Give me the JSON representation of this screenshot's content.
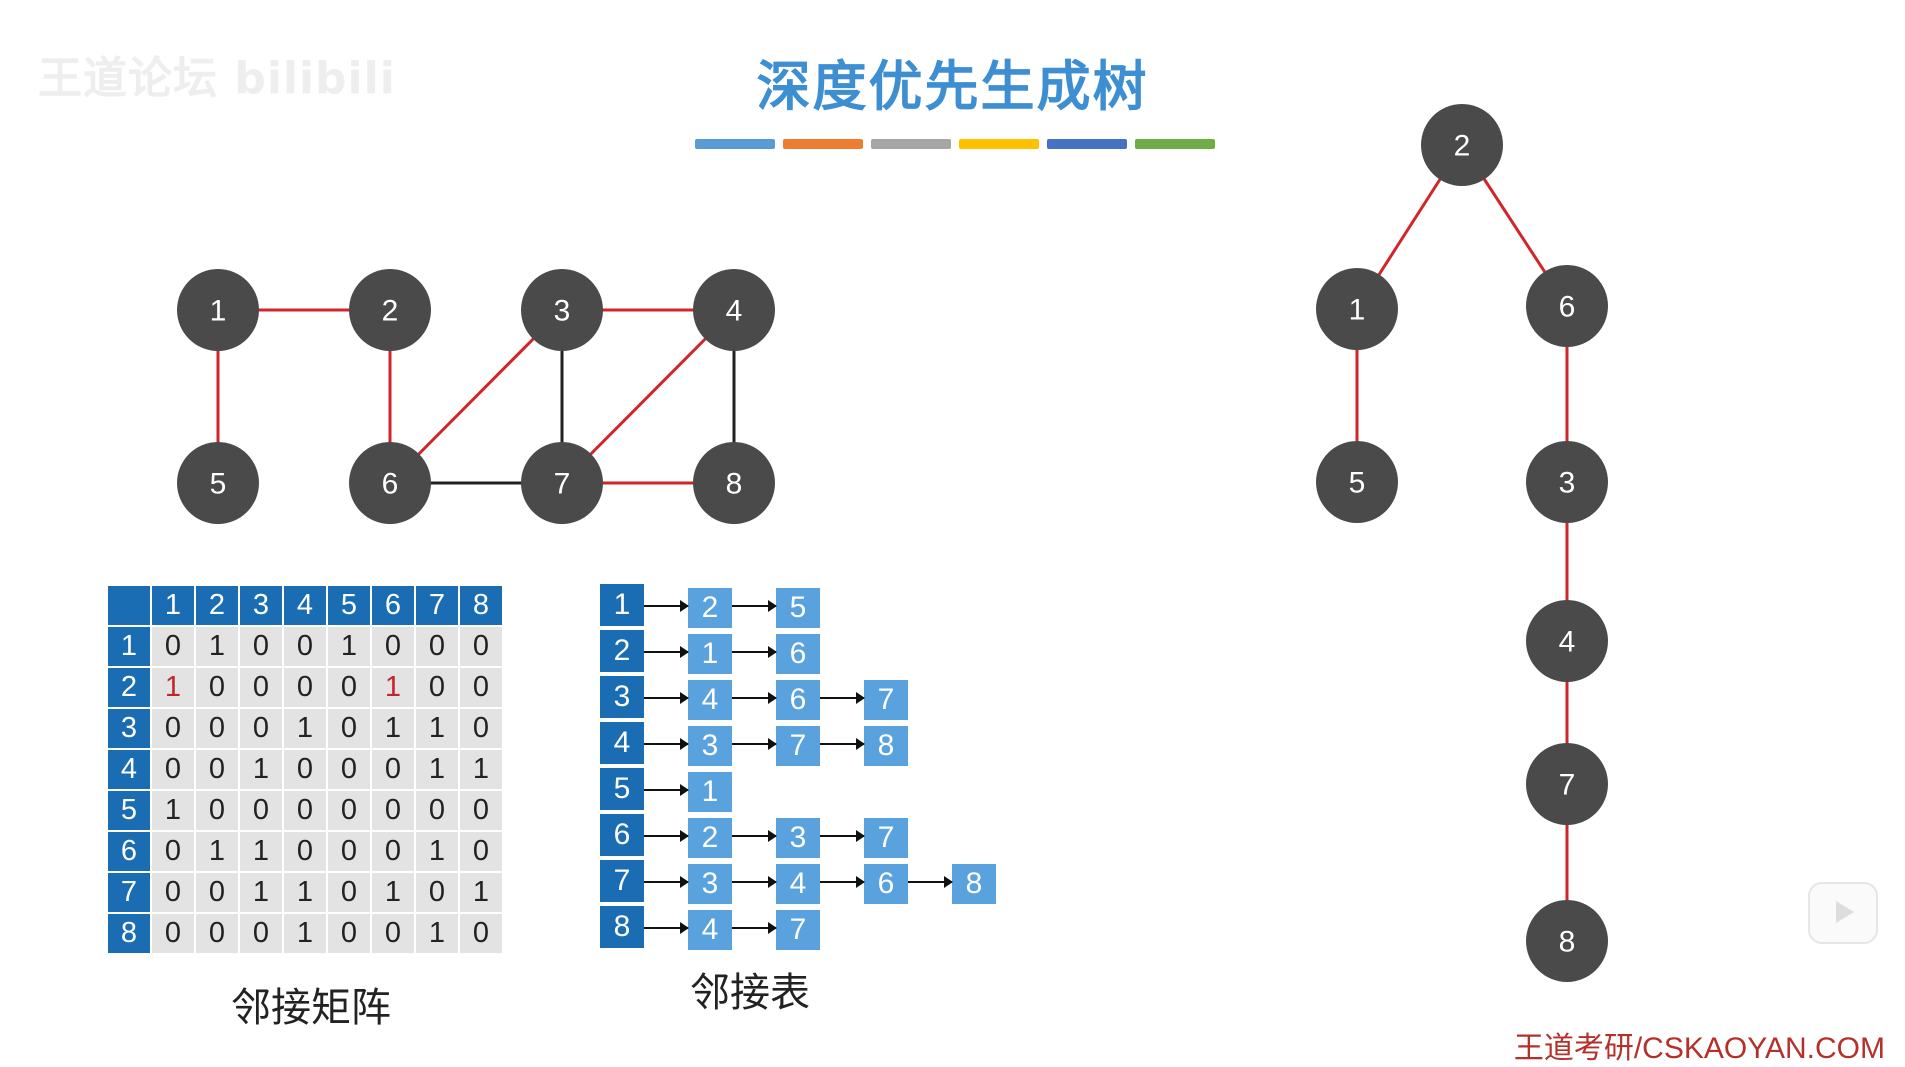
{
  "watermark": "王道论坛 bilibili",
  "title": "深度优先生成树",
  "color_bar": [
    "#5b9bd5",
    "#ed7d31",
    "#a5a5a5",
    "#ffc000",
    "#4472c4",
    "#70ad47"
  ],
  "credit": "王道考研/CSKAOYAN.COM",
  "graph": {
    "nodes": [
      {
        "id": "1",
        "label": "1",
        "col": 0,
        "row": 0
      },
      {
        "id": "2",
        "label": "2",
        "col": 1,
        "row": 0
      },
      {
        "id": "3",
        "label": "3",
        "col": 2,
        "row": 0
      },
      {
        "id": "4",
        "label": "4",
        "col": 3,
        "row": 0
      },
      {
        "id": "5",
        "label": "5",
        "col": 0,
        "row": 1
      },
      {
        "id": "6",
        "label": "6",
        "col": 1,
        "row": 1
      },
      {
        "id": "7",
        "label": "7",
        "col": 2,
        "row": 1
      },
      {
        "id": "8",
        "label": "8",
        "col": 3,
        "row": 1
      }
    ],
    "edges": [
      {
        "from": "1",
        "to": "2",
        "tree": true
      },
      {
        "from": "1",
        "to": "5",
        "tree": true
      },
      {
        "from": "2",
        "to": "6",
        "tree": true
      },
      {
        "from": "3",
        "to": "4",
        "tree": true
      },
      {
        "from": "3",
        "to": "6",
        "tree": true
      },
      {
        "from": "3",
        "to": "7",
        "tree": false
      },
      {
        "from": "4",
        "to": "7",
        "tree": true
      },
      {
        "from": "4",
        "to": "8",
        "tree": false
      },
      {
        "from": "6",
        "to": "7",
        "tree": false
      },
      {
        "from": "7",
        "to": "8",
        "tree": true
      }
    ]
  },
  "tree": {
    "nodes": [
      {
        "id": "2",
        "label": "2"
      },
      {
        "id": "1",
        "label": "1"
      },
      {
        "id": "6",
        "label": "6"
      },
      {
        "id": "5",
        "label": "5"
      },
      {
        "id": "3",
        "label": "3"
      },
      {
        "id": "4",
        "label": "4"
      },
      {
        "id": "7",
        "label": "7"
      },
      {
        "id": "8",
        "label": "8"
      }
    ],
    "edges": [
      {
        "from": "2",
        "to": "1"
      },
      {
        "from": "2",
        "to": "6"
      },
      {
        "from": "1",
        "to": "5"
      },
      {
        "from": "6",
        "to": "3"
      },
      {
        "from": "3",
        "to": "4"
      },
      {
        "from": "4",
        "to": "7"
      },
      {
        "from": "7",
        "to": "8"
      }
    ]
  },
  "matrix": {
    "caption": "邻接矩阵",
    "headers": [
      "1",
      "2",
      "3",
      "4",
      "5",
      "6",
      "7",
      "8"
    ],
    "rows": [
      [
        "0",
        "1",
        "0",
        "0",
        "1",
        "0",
        "0",
        "0"
      ],
      [
        "1",
        "0",
        "0",
        "0",
        "0",
        "1",
        "0",
        "0"
      ],
      [
        "0",
        "0",
        "0",
        "1",
        "0",
        "1",
        "1",
        "0"
      ],
      [
        "0",
        "0",
        "1",
        "0",
        "0",
        "0",
        "1",
        "1"
      ],
      [
        "1",
        "0",
        "0",
        "0",
        "0",
        "0",
        "0",
        "0"
      ],
      [
        "0",
        "1",
        "1",
        "0",
        "0",
        "0",
        "1",
        "0"
      ],
      [
        "0",
        "0",
        "1",
        "1",
        "0",
        "1",
        "0",
        "1"
      ],
      [
        "0",
        "0",
        "0",
        "1",
        "0",
        "0",
        "1",
        "0"
      ]
    ],
    "highlight": [
      [
        1,
        0
      ],
      [
        1,
        5
      ]
    ]
  },
  "adjacency_list": {
    "caption": "邻接表",
    "rows": [
      {
        "head": "1",
        "neighbors": [
          "2",
          "5"
        ]
      },
      {
        "head": "2",
        "neighbors": [
          "1",
          "6"
        ]
      },
      {
        "head": "3",
        "neighbors": [
          "4",
          "6",
          "7"
        ]
      },
      {
        "head": "4",
        "neighbors": [
          "3",
          "7",
          "8"
        ]
      },
      {
        "head": "5",
        "neighbors": [
          "1"
        ]
      },
      {
        "head": "6",
        "neighbors": [
          "2",
          "3",
          "7"
        ]
      },
      {
        "head": "7",
        "neighbors": [
          "3",
          "4",
          "6",
          "8"
        ]
      },
      {
        "head": "8",
        "neighbors": [
          "4",
          "7"
        ]
      }
    ]
  }
}
